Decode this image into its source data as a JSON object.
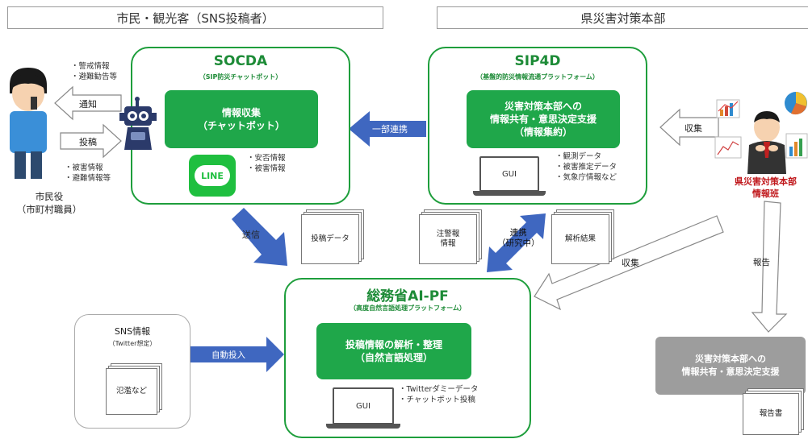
{
  "headers": {
    "left": "市民・観光客（SNS投稿者）",
    "right": "県災害対策本部"
  },
  "socda": {
    "title": "SOCDA",
    "subtitle": "（SIP防災チャットボット）",
    "box_line1": "情報収集",
    "box_line2": "（チャットボット）",
    "line_label": "LINE",
    "notes": [
      "・安否情報",
      "・被害情報"
    ]
  },
  "sip4d": {
    "title": "SIP4D",
    "subtitle": "（基盤的防災情報流通プラットフォーム）",
    "box_line1": "災害対策本部への",
    "box_line2": "情報共有・意思決定支援",
    "box_line3": "（情報集約）",
    "gui": "GUI",
    "notes": [
      "・観測データ",
      "・被害推定データ",
      "・気象庁情報など"
    ]
  },
  "aipf": {
    "title": "総務省AI-PF",
    "subtitle": "（高度自然言語処理プラットフォーム）",
    "box_line1": "投稿情報の解析・整理",
    "box_line2": "（自然言語処理）",
    "gui": "GUI",
    "notes": [
      "・Twitterダミーデータ",
      "・チャットボット投稿"
    ]
  },
  "citizen": {
    "top_notes": [
      "・警戒情報",
      "・避難勧告等"
    ],
    "bottom_notes": [
      "・被害情報",
      "・避難情報等"
    ],
    "label_line1": "市民役",
    "label_line2": "（市町村職員）",
    "notify": "通知",
    "post": "投稿"
  },
  "prefecture": {
    "label_line1": "県災害対策本部",
    "label_line2": "情報班",
    "collect": "収集"
  },
  "arrows": {
    "partial_link": "一部連携",
    "send": "送信",
    "link_line1": "連携",
    "link_line2": "（研究中）",
    "collect": "収集",
    "report": "報告",
    "auto_input": "自動投入"
  },
  "docs": {
    "post_data": "投稿データ",
    "alert_line1": "注警報",
    "alert_line2": "情報",
    "analysis": "解析結果",
    "flood": "氾濫など",
    "report": "報告書"
  },
  "sns": {
    "title": "SNS情報",
    "sub": "（Twitter想定）"
  },
  "gray_box": {
    "line1": "災害対策本部への",
    "line2": "情報共有・意思決定支援"
  },
  "colors": {
    "green": "#1fa74a",
    "green_border": "#1e9e3c",
    "blue_arrow": "#3f67c0",
    "red_label": "#c0171b",
    "gray_box": "#9d9d9d"
  }
}
